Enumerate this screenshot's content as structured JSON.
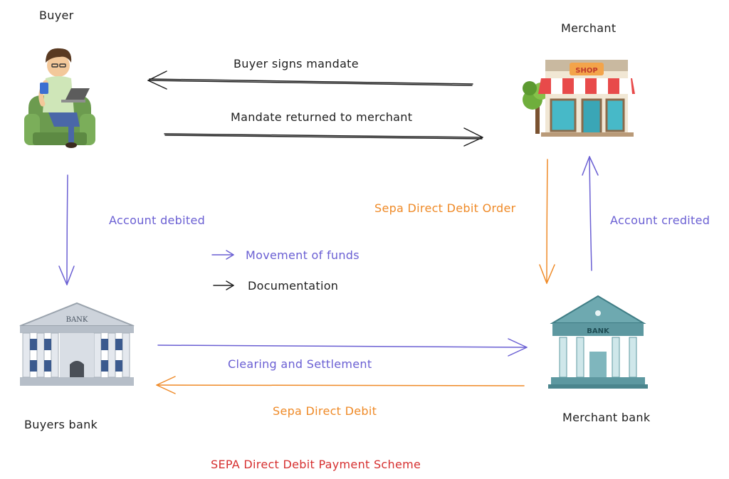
{
  "nodes": {
    "buyer": "Buyer",
    "merchant": "Merchant",
    "buyers_bank": "Buyers bank",
    "merchant_bank": "Merchant bank",
    "shop_sign": "SHOP",
    "bank_sign_left": "BANK",
    "bank_sign_right": "BANK"
  },
  "flows": {
    "buyer_signs_mandate": "Buyer signs mandate",
    "mandate_returned": "Mandate returned to merchant",
    "account_debited": "Account debited",
    "sdd_order": "Sepa Direct Debit Order",
    "account_credited": "Account credited",
    "clearing_settlement": "Clearing and Settlement",
    "sepa_direct_debit": "Sepa Direct Debit"
  },
  "legend": {
    "movement_of_funds": "Movement of funds",
    "documentation": "Documentation"
  },
  "caption": "SEPA Direct Debit Payment Scheme",
  "colors": {
    "funds": "#6a5fd3",
    "documentation": "#1e1e1e",
    "order": "#ef8a27",
    "caption": "#d62f2f"
  }
}
